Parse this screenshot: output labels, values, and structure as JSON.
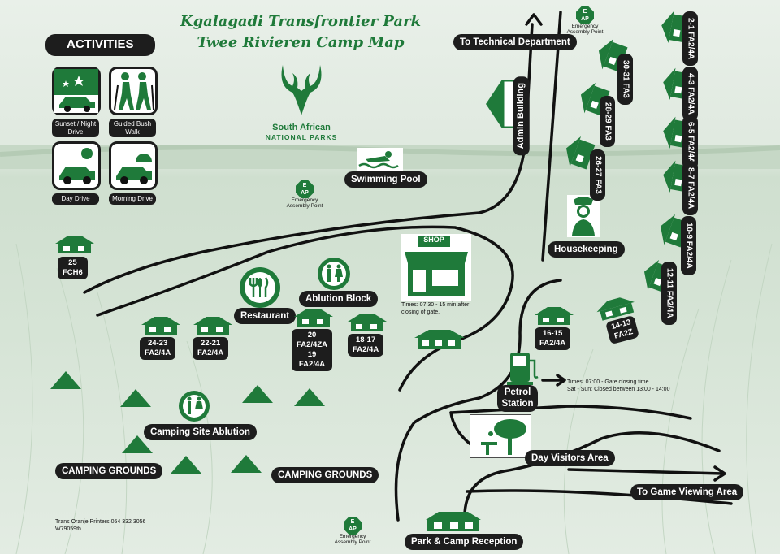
{
  "title": {
    "line1": "Kgalagadi Transfrontier Park",
    "line2": "Twee Rivieren Camp Map"
  },
  "logo": {
    "line1": "South African",
    "line2": "NATIONAL PARKS"
  },
  "activities": {
    "heading": "ACTIVITIES",
    "items": [
      {
        "label": "Sunset / Night Drive",
        "icon": "night-drive-icon"
      },
      {
        "label": "Guided Bush Walk",
        "icon": "bush-walk-icon"
      },
      {
        "label": "Day Drive",
        "icon": "day-drive-icon"
      },
      {
        "label": "Morning Drive",
        "icon": "morning-drive-icon"
      }
    ]
  },
  "facilities": {
    "swimming_pool": "Swimming Pool",
    "restaurant": "Restaurant",
    "ablution_block": "Ablution Block",
    "camping_site_ablution": "Camping Site Ablution",
    "camping_grounds_left": "CAMPING GROUNDS",
    "camping_grounds_right": "CAMPING GROUNDS",
    "housekeeping": "Housekeeping",
    "petrol_station": "Petrol Station",
    "day_visitors_area": "Day Visitors Area",
    "game_viewing": "To Game Viewing Area",
    "reception": "Park & Camp Reception",
    "technical": "To Technical Department",
    "admin": "Admin Building",
    "shop_sign": "SHOP"
  },
  "emergency": {
    "hex_line1": "E",
    "hex_line2": "AP",
    "text_line1": "Emergency",
    "text_line2": "Assembly Point"
  },
  "notes": {
    "shop_times": "Times: 07:30 - 15 min after closing of gate.",
    "petrol_times_1": "Times: 07:00 - Gate closing time",
    "petrol_times_2": "Sat - Sun: Closed between 13:00 - 14:00"
  },
  "units": [
    {
      "id": "25",
      "line1": "25",
      "line2": "FCH6"
    },
    {
      "id": "24-23",
      "line1": "24-23",
      "line2": "FA2/4A"
    },
    {
      "id": "22-21",
      "line1": "22-21",
      "line2": "FA2/4A"
    },
    {
      "id": "20-19",
      "line1": "20",
      "line2": "FA2/4ZA",
      "line3": "19",
      "line4": "FA2/4A"
    },
    {
      "id": "18-17",
      "line1": "18-17",
      "line2": "FA2/4A"
    },
    {
      "id": "16-15",
      "line1": "16-15",
      "line2": "FA2/4A"
    },
    {
      "id": "14-13",
      "line1": "14-13",
      "line2": "FA2Z"
    },
    {
      "id": "30-31",
      "line1": "30-31",
      "line2": "FA3"
    },
    {
      "id": "28-29",
      "line1": "28-29",
      "line2": "FA3"
    },
    {
      "id": "26-27",
      "line1": "26-27",
      "line2": "FA3"
    },
    {
      "id": "2-1",
      "line1": "2-1",
      "line2": "FA2/4A"
    },
    {
      "id": "4-3",
      "line1": "4-3",
      "line2": "FA2/4A"
    },
    {
      "id": "6-5",
      "line1": "6-5",
      "line2": "FA2/4A"
    },
    {
      "id": "8-7",
      "line1": "8-7",
      "line2": "FA2/4A"
    },
    {
      "id": "10-9",
      "line1": "10-9",
      "line2": "FA2/4A"
    },
    {
      "id": "12-11",
      "line1": "12-11",
      "line2": "FA2/4A"
    }
  ],
  "credits": {
    "line1": "Trans Oranje Printers 054 332 3056",
    "line2": "W79059th"
  },
  "colors": {
    "brand_green": "#1f7a3a",
    "label_black": "#1d1d1d"
  }
}
